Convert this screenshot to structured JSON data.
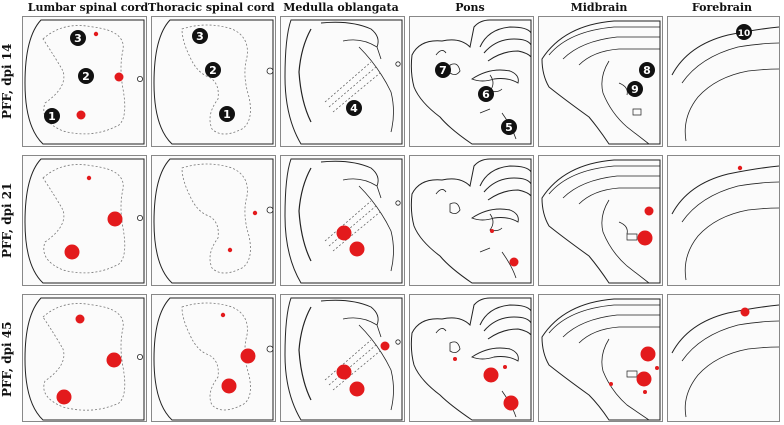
{
  "columns": [
    "Lumbar spinal cord",
    "Thoracic spinal cord",
    "Medulla oblangata",
    "Pons",
    "Midbrain",
    "Forebrain"
  ],
  "rows": [
    "PFF, dpi 14",
    "PFF, dpi 21",
    "PFF, dpi 45"
  ],
  "region_markers": [
    "1",
    "2",
    "3",
    "4",
    "5",
    "6",
    "7",
    "8",
    "9",
    "10"
  ],
  "colors": {
    "lesion": "#e31a1c",
    "marker": "#111111",
    "outline": "#222222"
  }
}
